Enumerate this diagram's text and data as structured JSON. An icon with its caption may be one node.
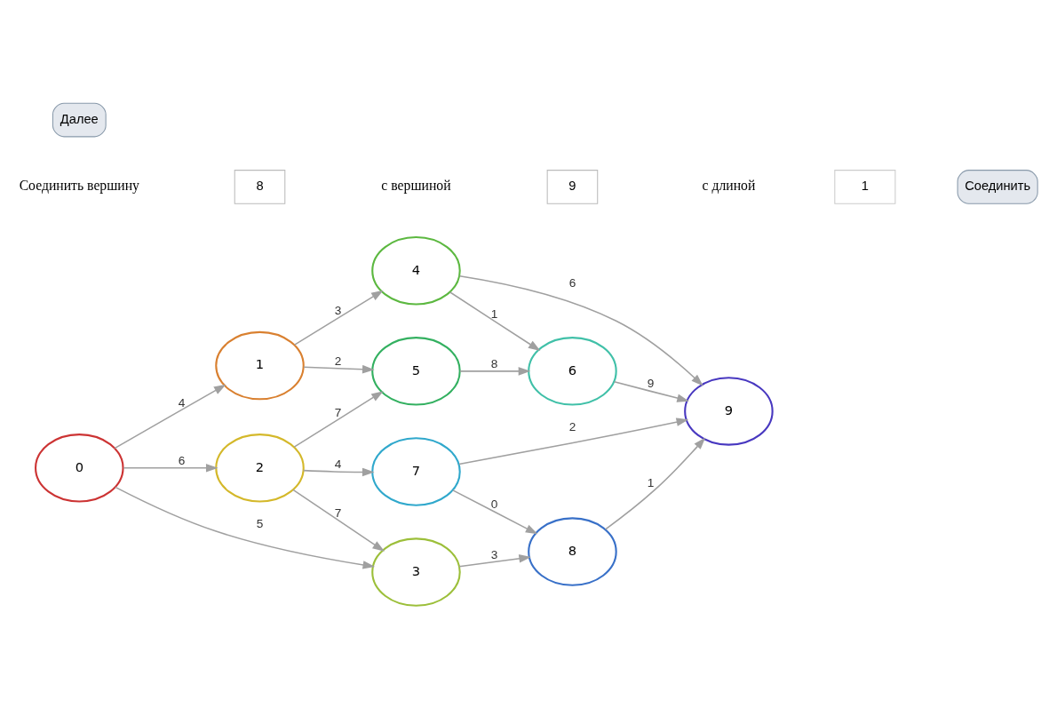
{
  "diagram": {
    "nodes": [
      {
        "text": [
          "0"
        ]
      },
      {
        "text": [
          "1"
        ]
      },
      {
        "text": [
          "2"
        ]
      },
      {
        "text": [
          "3"
        ]
      },
      {
        "text": [
          "4"
        ]
      },
      {
        "text": [
          "5"
        ]
      },
      {
        "text": [
          "6"
        ]
      },
      {
        "text": [
          "7"
        ]
      },
      {
        "text": [
          "8"
        ]
      },
      {
        "text": [
          "9"
        ]
      }
    ],
    "edges": [
      {
        "from": 0,
        "to": 1,
        "arrow": "to",
        "label": "4"
      },
      {
        "from": 0,
        "to": 2,
        "arrow": "to",
        "label": "6"
      },
      {
        "from": 0,
        "to": 3,
        "arrow": "to",
        "label": "5"
      },
      {
        "from": 1,
        "to": 4,
        "arrow": "to",
        "label": "3"
      },
      {
        "from": 1,
        "to": 5,
        "arrow": "to",
        "label": "2"
      },
      {
        "from": 2,
        "to": 5,
        "arrow": "to",
        "label": "7"
      },
      {
        "from": 2,
        "to": 3,
        "arrow": "to",
        "label": "7"
      },
      {
        "from": 2,
        "to": 7,
        "arrow": "to",
        "label": "4"
      },
      {
        "from": 4,
        "to": 6,
        "arrow": "to",
        "label": "1"
      },
      {
        "from": 5,
        "to": 6,
        "arrow": "to",
        "label": "8"
      },
      {
        "from": 4,
        "to": 9,
        "arrow": "to",
        "label": "6"
      },
      {
        "from": 6,
        "to": 9,
        "arrow": "to",
        "label": "9"
      },
      {
        "from": 7,
        "to": 9,
        "arrow": "to",
        "label": "2"
      },
      {
        "from": 7,
        "to": 8,
        "arrow": "to",
        "label": "0"
      },
      {
        "from": 3,
        "to": 8,
        "arrow": "to",
        "label": "3"
      },
      {
        "from": 8,
        "to": 9,
        "arrow": "to",
        "label": "1"
      }
    ],
    "labels": [
      "Соединить вершину",
      "8",
      "с вершиной",
      "9",
      "с длиной",
      "1",
      "Соединить",
      "Далее"
    ]
  }
}
